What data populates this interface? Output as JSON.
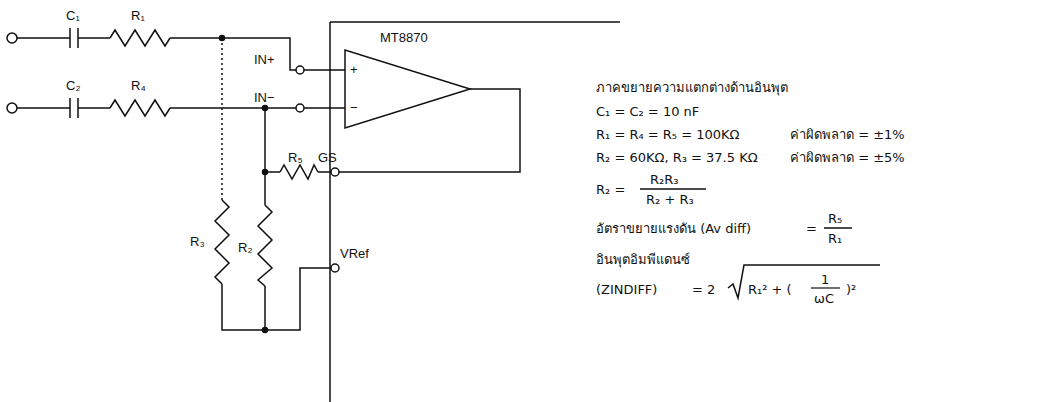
{
  "diagram": {
    "labels": [
      "C₁",
      "R₁",
      "C₂",
      "R₄",
      "IN+",
      "IN−",
      "MT8870",
      "+",
      "−",
      "R₅",
      "GS",
      "R₃",
      "R₂",
      "VRef",
      "ภาคขยายความแตกต่างด้านอินพุต",
      "C₁ = C₂ = 10 nF",
      "R₁ = R₄ = R₅ = 100KΩ",
      "ค่าผิดพลาด = ±1%",
      "R₂ = 60KΩ, R₃ = 37.5 KΩ",
      "ค่าผิดพลาด = ±5%",
      "R₂ =",
      "R₂R₃",
      "R₂ + R₃",
      "อัตราขยายแรงดัน (Av diff)",
      "=",
      "R₅",
      "R₁",
      "อินพุตอิมพีแดนซ์",
      "(ZINDIFF)",
      "= 2",
      "R₁² + (",
      "1",
      "ωC",
      ")²"
    ]
  }
}
